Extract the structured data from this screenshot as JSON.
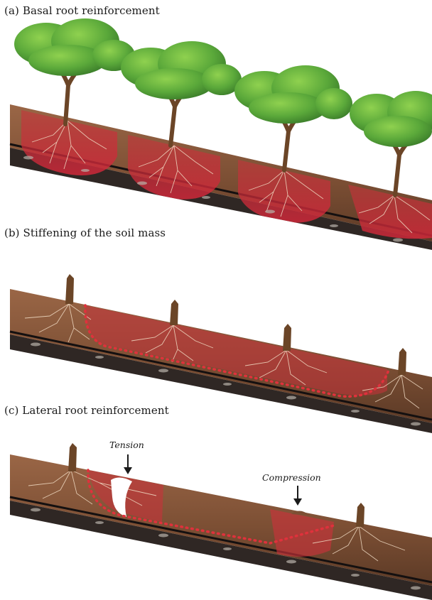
{
  "panels": [
    {
      "title": "(a) Basal root reinforcement"
    },
    {
      "title": "(b) Stiffening of the soil mass"
    },
    {
      "title": "(c) Lateral root reinforcement"
    }
  ],
  "annotations": {
    "tension": "Tension",
    "compression": "Compression"
  },
  "colors": {
    "topsoil": "#8a5a3c",
    "subsoil": "#5a3b28",
    "bedrock": "#2b2522",
    "reinforcement_zone": "#c8323a",
    "slip_surface": "#e0313c",
    "foliage": "#5fae3a",
    "trunk": "#6b4527",
    "root": "#f1dcc4"
  }
}
